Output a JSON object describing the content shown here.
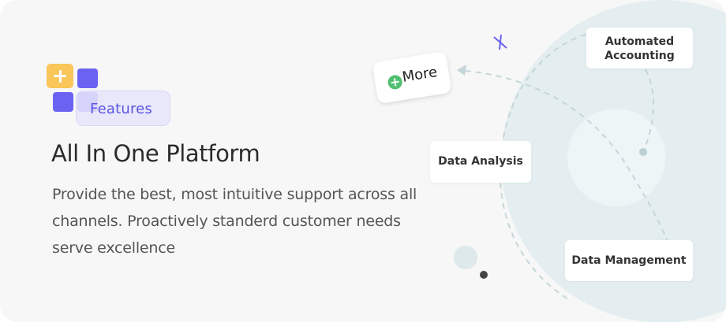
{
  "badge": {
    "label": "Features"
  },
  "hero": {
    "title": "All In One Platform",
    "description": "Provide the best, most intuitive support across all channels. Proactively standerd customer needs serve excellence"
  },
  "diagram": {
    "more_label": "More",
    "tags": {
      "automated_accounting": "Automated\nAccounting",
      "data_analysis": "Data Analysis",
      "data_management": "Data Management"
    }
  },
  "colors": {
    "accent_purple": "#6a63f2",
    "accent_yellow": "#f9c65a",
    "accent_green": "#4fbf70",
    "circle_blue": "#e4eef0"
  },
  "icons": [
    "plus-icon",
    "add-circle-icon",
    "sparkle-cross-icon",
    "arrow-head-icon"
  ]
}
